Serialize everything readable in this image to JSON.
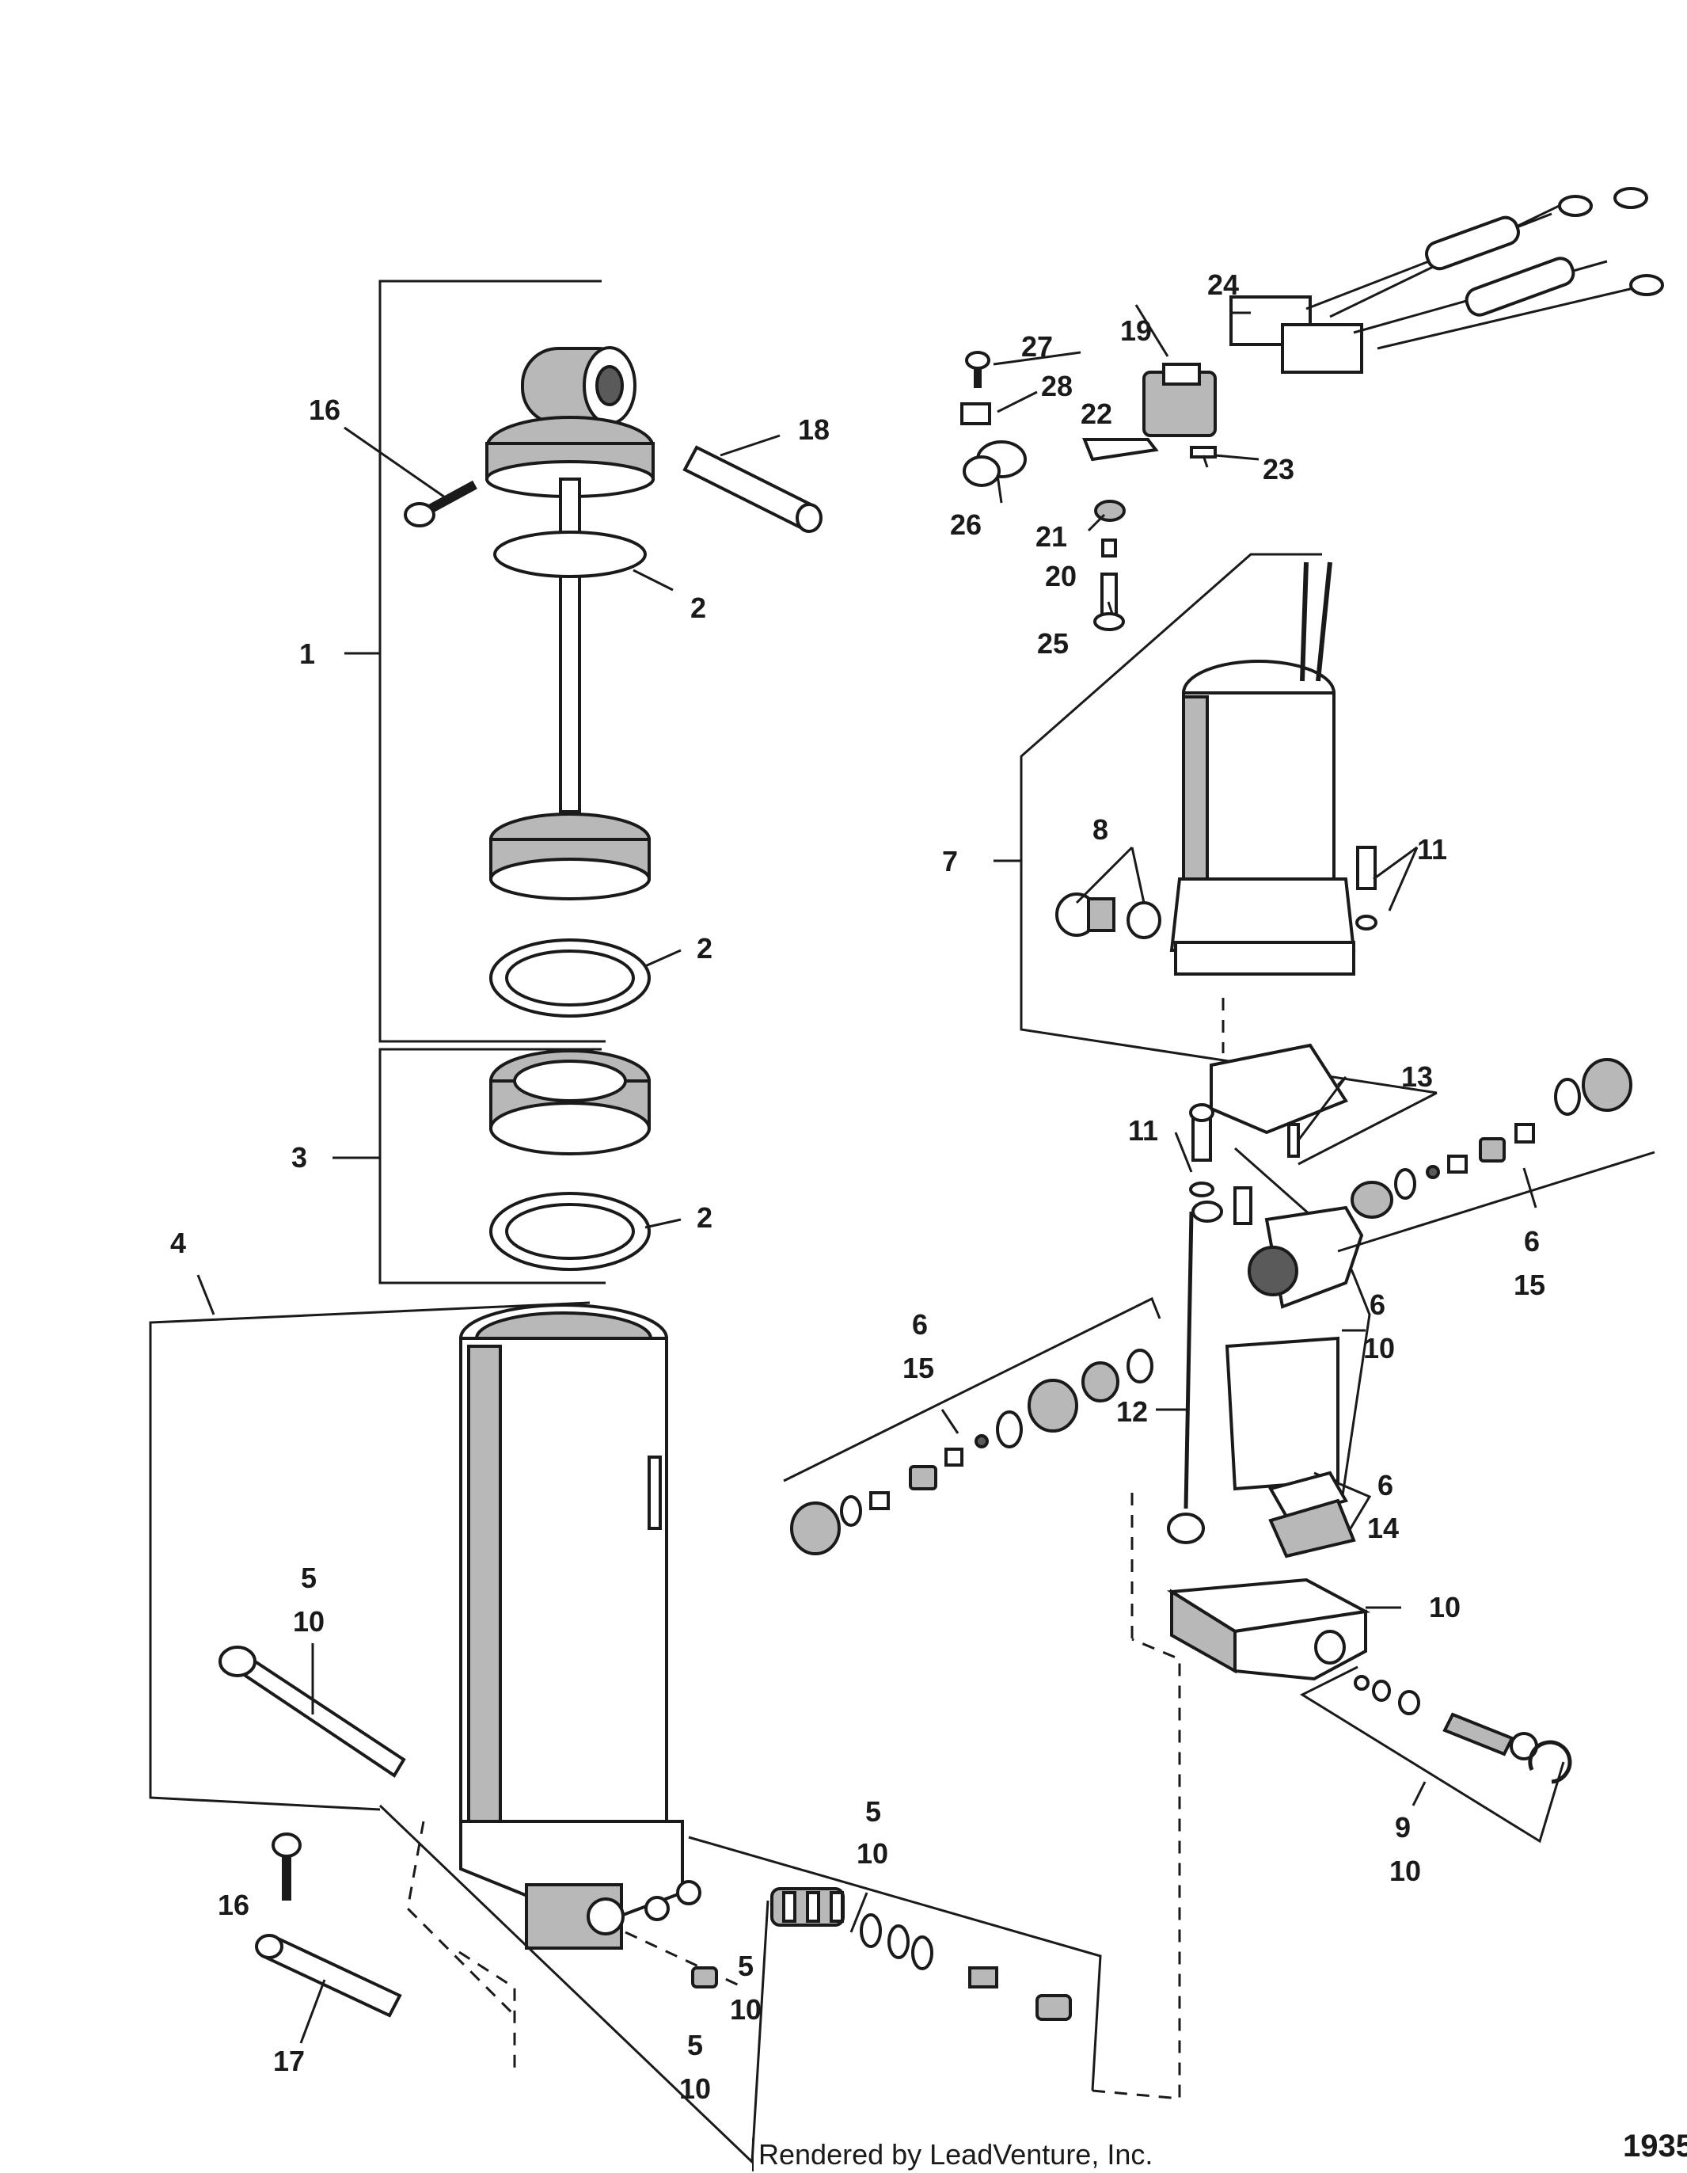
{
  "callouts": {
    "c1": "1",
    "c2a": "2",
    "c2b": "2",
    "c2c": "2",
    "c3": "3",
    "c4": "4",
    "c5a": "5",
    "c10a": "10",
    "c5b": "5",
    "c10b": "10",
    "c5c": "5",
    "c10c": "10",
    "c5d": "5",
    "c10d": "10",
    "c6a": "6",
    "c15a": "15",
    "c6b": "6",
    "c15b": "15",
    "c6c": "6",
    "c10e": "10",
    "c6d": "6",
    "c14": "14",
    "c7": "7",
    "c8": "8",
    "c9": "9",
    "c10f": "10",
    "c10g": "10",
    "c11a": "11",
    "c11b": "11",
    "c12": "12",
    "c13": "13",
    "c16a": "16",
    "c16b": "16",
    "c17": "17",
    "c18": "18",
    "c19": "19",
    "c20": "20",
    "c21": "21",
    "c22": "22",
    "c23": "23",
    "c24": "24",
    "c25": "25",
    "c26": "26",
    "c27": "27",
    "c28": "28"
  },
  "footer": {
    "credit": "Rendered by LeadVenture, Inc.",
    "figure_number": "1935"
  }
}
